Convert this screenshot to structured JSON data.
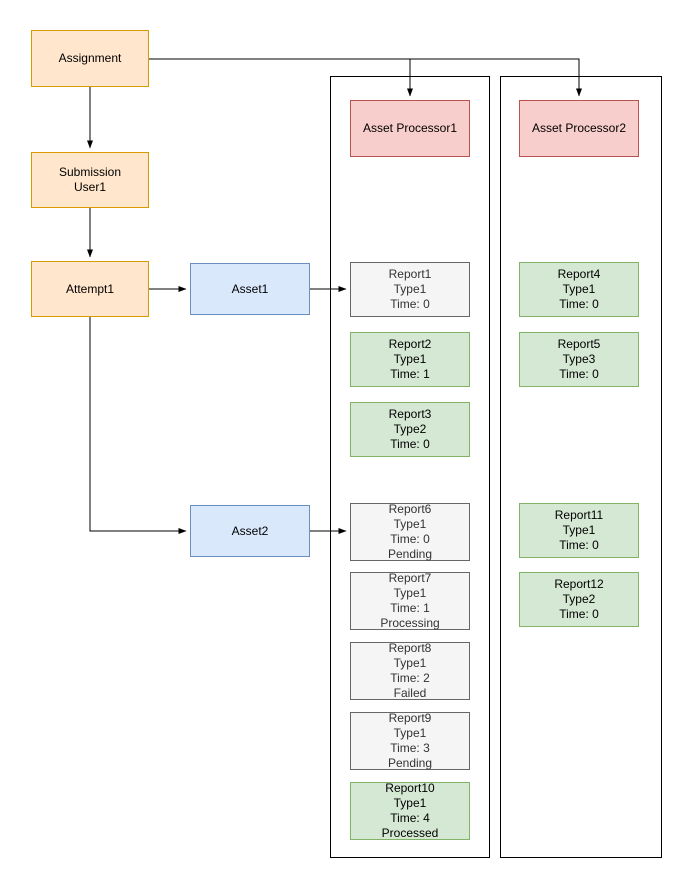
{
  "colors": {
    "orange_fill": "#ffe6cc",
    "orange_stroke": "#d79b00",
    "blue_fill": "#dae8fc",
    "blue_stroke": "#6c8ebf",
    "red_fill": "#f8cecc",
    "red_stroke": "#b85450",
    "green_fill": "#d5e8d4",
    "green_stroke": "#82b366",
    "gray_fill": "#f5f5f5",
    "gray_stroke": "#666666",
    "connector": "#000000"
  },
  "nodes": {
    "assignment": {
      "label": "Assignment"
    },
    "submission": {
      "label": "Submission\nUser1"
    },
    "attempt1": {
      "label": "Attempt1"
    },
    "asset1": {
      "label": "Asset1"
    },
    "asset2": {
      "label": "Asset2"
    },
    "processor1": {
      "label": "Asset Processor1"
    },
    "processor2": {
      "label": "Asset Processor2"
    }
  },
  "reports": {
    "report1": {
      "label": "Report1\nType1\nTime: 0"
    },
    "report2": {
      "label": "Report2\nType1\nTime: 1"
    },
    "report3": {
      "label": "Report3\nType2\nTime: 0"
    },
    "report4": {
      "label": "Report4\nType1\nTime: 0"
    },
    "report5": {
      "label": "Report5\nType3\nTime: 0"
    },
    "report6": {
      "label": "Report6\nType1\nTime: 0\nPending"
    },
    "report7": {
      "label": "Report7\nType1\nTime: 1\nProcessing"
    },
    "report8": {
      "label": "Report8\nType1\nTime: 2\nFailed"
    },
    "report9": {
      "label": "Report9\nType1\nTime: 3\nPending"
    },
    "report10": {
      "label": "Report10\nType1\nTime: 4\nProcessed"
    },
    "report11": {
      "label": "Report11\nType1\nTime: 0"
    },
    "report12": {
      "label": "Report12\nType2\nTime: 0"
    }
  }
}
